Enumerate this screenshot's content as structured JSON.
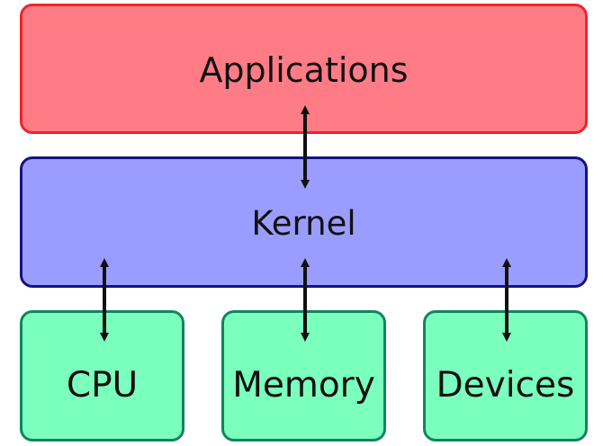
{
  "diagram": {
    "colors": {
      "applications_fill": "#ff7c86",
      "applications_border": "#f0232b",
      "kernel_fill": "#9a9dff",
      "kernel_border": "#131385",
      "hardware_fill": "#7bffbc",
      "hardware_border": "#13845e",
      "arrow": "#111111",
      "text": "#111111"
    },
    "layers": {
      "applications": {
        "label": "Applications"
      },
      "kernel": {
        "label": "Kernel"
      },
      "hardware": [
        {
          "label": "CPU"
        },
        {
          "label": "Memory"
        },
        {
          "label": "Devices"
        }
      ]
    },
    "connections": [
      {
        "from": "Applications",
        "to": "Kernel",
        "direction": "bidirectional"
      },
      {
        "from": "Kernel",
        "to": "CPU",
        "direction": "bidirectional"
      },
      {
        "from": "Kernel",
        "to": "Memory",
        "direction": "bidirectional"
      },
      {
        "from": "Kernel",
        "to": "Devices",
        "direction": "bidirectional"
      }
    ]
  }
}
